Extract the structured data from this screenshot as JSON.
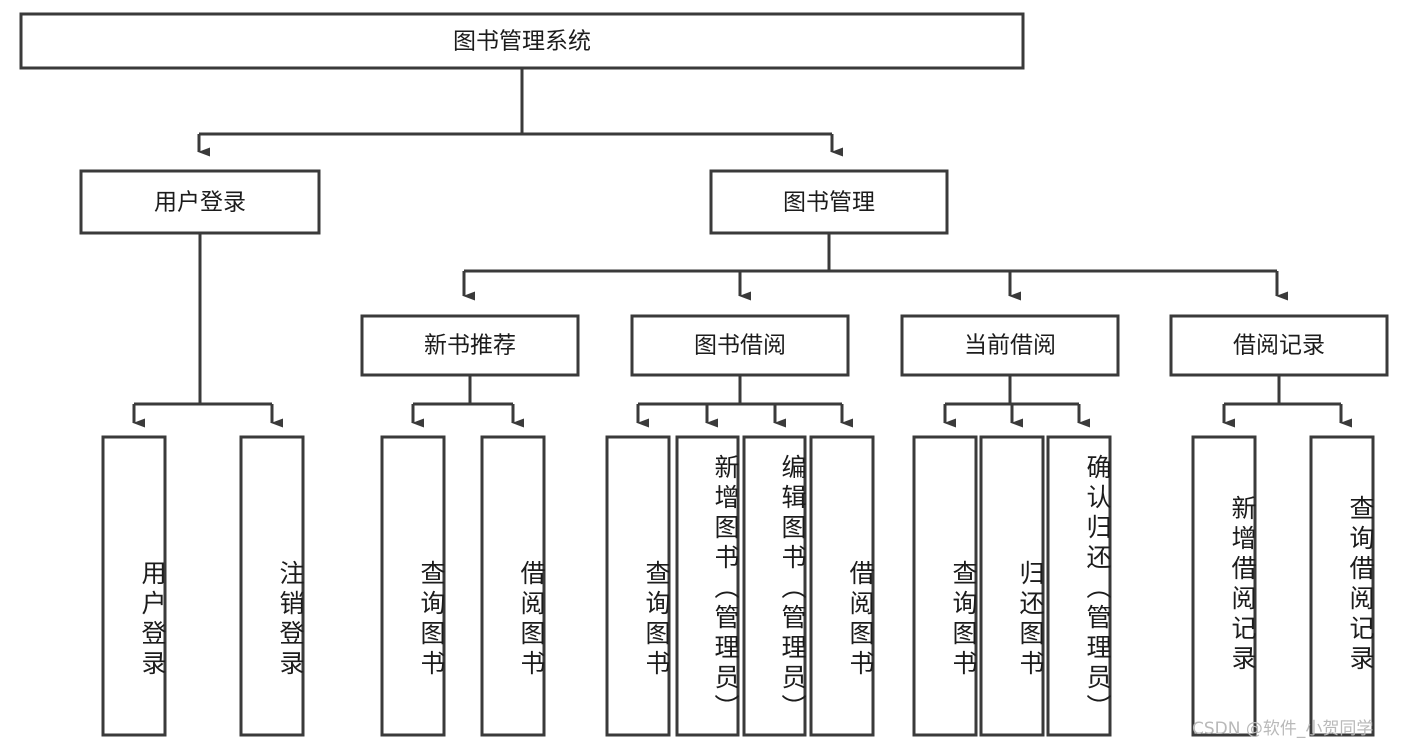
{
  "diagram": {
    "type": "hierarchy-tree",
    "title": "图书管理系统",
    "watermark": "CSDN @软件_小贺同学",
    "colors": {
      "stroke": "#3a3a3a",
      "fill": "#ffffff",
      "text": "#1c1c1c",
      "watermark": "#b9b9b9"
    },
    "root": {
      "label": "图书管理系统"
    },
    "level1": [
      {
        "label": "用户登录"
      },
      {
        "label": "图书管理"
      }
    ],
    "level2": [
      {
        "label": "新书推荐"
      },
      {
        "label": "图书借阅"
      },
      {
        "label": "当前借阅"
      },
      {
        "label": "借阅记录"
      }
    ],
    "leaves": {
      "user_login": [
        {
          "label": "用户登录"
        },
        {
          "label": "注销登录"
        }
      ],
      "new_book_recommend": [
        {
          "label": "查询图书"
        },
        {
          "label": "借阅图书"
        }
      ],
      "book_borrow": [
        {
          "label": "查询图书"
        },
        {
          "label": "新增图书（管理员）"
        },
        {
          "label": "编辑图书（管理员）"
        },
        {
          "label": "借阅图书"
        }
      ],
      "current_borrow": [
        {
          "label": "查询图书"
        },
        {
          "label": "归还图书"
        },
        {
          "label": "确认归还（管理员）"
        }
      ],
      "borrow_record": [
        {
          "label": "新增借阅记录"
        },
        {
          "label": "查询借阅记录"
        }
      ]
    }
  }
}
